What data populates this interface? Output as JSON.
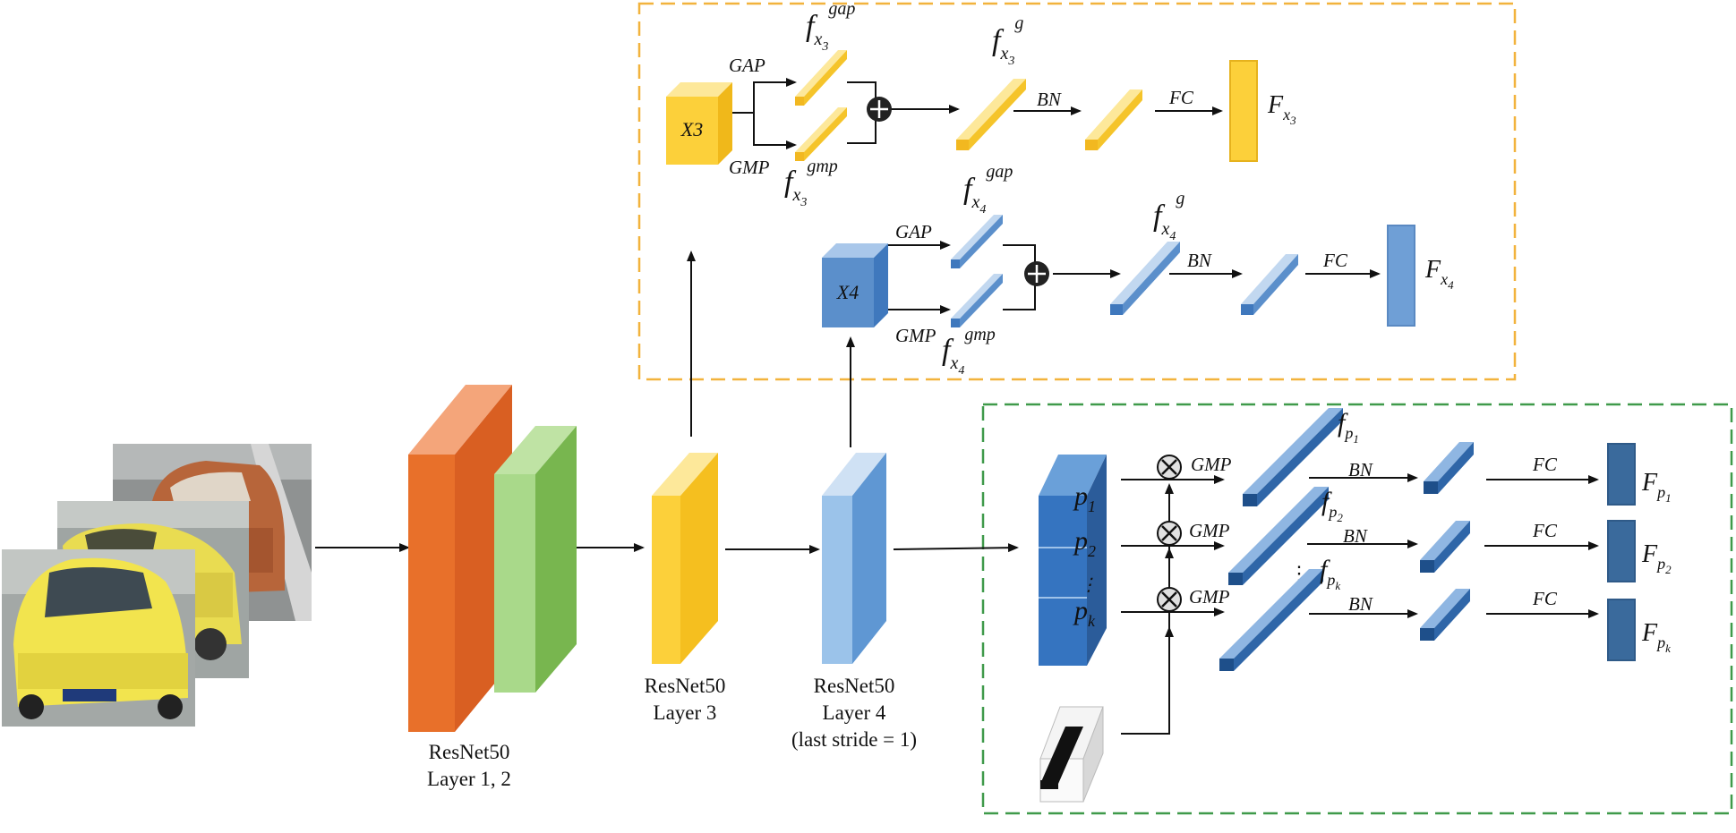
{
  "images": {
    "front": "car-yellow-front-photo",
    "middle": "car-yellow-side-photo",
    "back": "car-orange-photo"
  },
  "backbone": {
    "layer12": [
      "ResNet50",
      "Layer 1, 2"
    ],
    "layer3": [
      "ResNet50",
      "Layer 3"
    ],
    "layer4": [
      "ResNet50",
      "Layer 4",
      "(last stride = 1)"
    ]
  },
  "global_branch": {
    "x3": {
      "tensor": "X3",
      "gap": "GAP",
      "gmp": "GMP",
      "f_gap": {
        "base": "f",
        "sub": "x",
        "subsub": "3",
        "sup": "gap"
      },
      "f_gmp": {
        "base": "f",
        "sub": "x",
        "subsub": "3",
        "sup": "gmp"
      },
      "f_g": {
        "base": "f",
        "sub": "x",
        "subsub": "3",
        "sup": "g"
      },
      "bn": "BN",
      "fc": "FC",
      "out": {
        "base": "F",
        "sub": "x",
        "subsub": "3"
      }
    },
    "x4": {
      "tensor": "X4",
      "gap": "GAP",
      "gmp": "GMP",
      "f_gap": {
        "base": "f",
        "sub": "x",
        "subsub": "4",
        "sup": "gap"
      },
      "f_gmp": {
        "base": "f",
        "sub": "x",
        "subsub": "4",
        "sup": "gmp"
      },
      "f_g": {
        "base": "f",
        "sub": "x",
        "subsub": "4",
        "sup": "g"
      },
      "bn": "BN",
      "fc": "FC",
      "out": {
        "base": "F",
        "sub": "x",
        "subsub": "4"
      }
    }
  },
  "part_branch": {
    "parts": [
      {
        "label": {
          "base": "p",
          "sub": "1"
        },
        "gmp": "GMP",
        "f": {
          "base": "f",
          "sub": "p",
          "subsub": "1"
        },
        "bn": "BN",
        "fc": "FC",
        "out": {
          "base": "F",
          "sub": "p",
          "subsub": "1"
        }
      },
      {
        "label": {
          "base": "p",
          "sub": "2"
        },
        "gmp": "GMP",
        "f": {
          "base": "f",
          "sub": "p",
          "subsub": "2"
        },
        "bn": "BN",
        "fc": "FC",
        "out": {
          "base": "F",
          "sub": "p",
          "subsub": "2"
        }
      },
      {
        "label": {
          "base": "p",
          "sub": "k"
        },
        "gmp": "GMP",
        "f": {
          "base": "f",
          "sub": "p",
          "subsub": "k"
        },
        "bn": "BN",
        "fc": "FC",
        "out": {
          "base": "F",
          "sub": "p",
          "subsub": "k"
        }
      }
    ]
  },
  "colors": {
    "orange": "#e8702a",
    "green": "#86c25b",
    "yellow": "#fcd03a",
    "lightblue": "#7eb0df",
    "blue": "#5b8fcb",
    "darkblue": "#2f66a8",
    "navy": "#3a6a9c",
    "orange_dash": "#f2b33d",
    "green_dash": "#3f9a4a"
  }
}
